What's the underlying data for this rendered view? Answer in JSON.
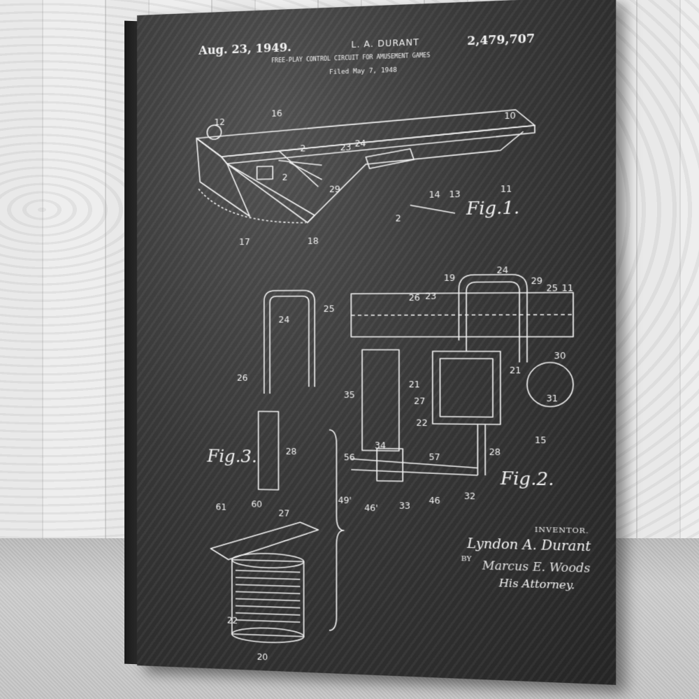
{
  "patent": {
    "date": "Aug. 23, 1949.",
    "inventor_name": "L. A. DURANT",
    "number": "2,479,707",
    "title": "FREE-PLAY CONTROL CIRCUIT FOR AMUSEMENT GAMES",
    "filed": "Filed May 7, 1948"
  },
  "figures": {
    "fig1": "Fig.1.",
    "fig2": "Fig.2.",
    "fig3": "Fig.3."
  },
  "signature": {
    "inventor_label": "INVENTOR.",
    "inventor": "Lyndon A. Durant",
    "by": "BY",
    "attorney_signature": "Marcus E. Woods",
    "attorney": "His Attorney."
  },
  "reference_numbers": {
    "fig1": [
      "12",
      "16",
      "2",
      "23",
      "24",
      "10",
      "2",
      "29",
      "14",
      "13",
      "11",
      "2",
      "17",
      "18"
    ],
    "fig2": [
      "19",
      "24",
      "29",
      "25",
      "11",
      "26",
      "23",
      "30",
      "35",
      "21",
      "21",
      "31",
      "27",
      "22",
      "15",
      "34",
      "28",
      "56",
      "57",
      "49'",
      "46'",
      "33",
      "46",
      "32"
    ],
    "fig3": [
      "24",
      "25",
      "26",
      "28",
      "61",
      "60",
      "27",
      "22",
      "20"
    ]
  }
}
